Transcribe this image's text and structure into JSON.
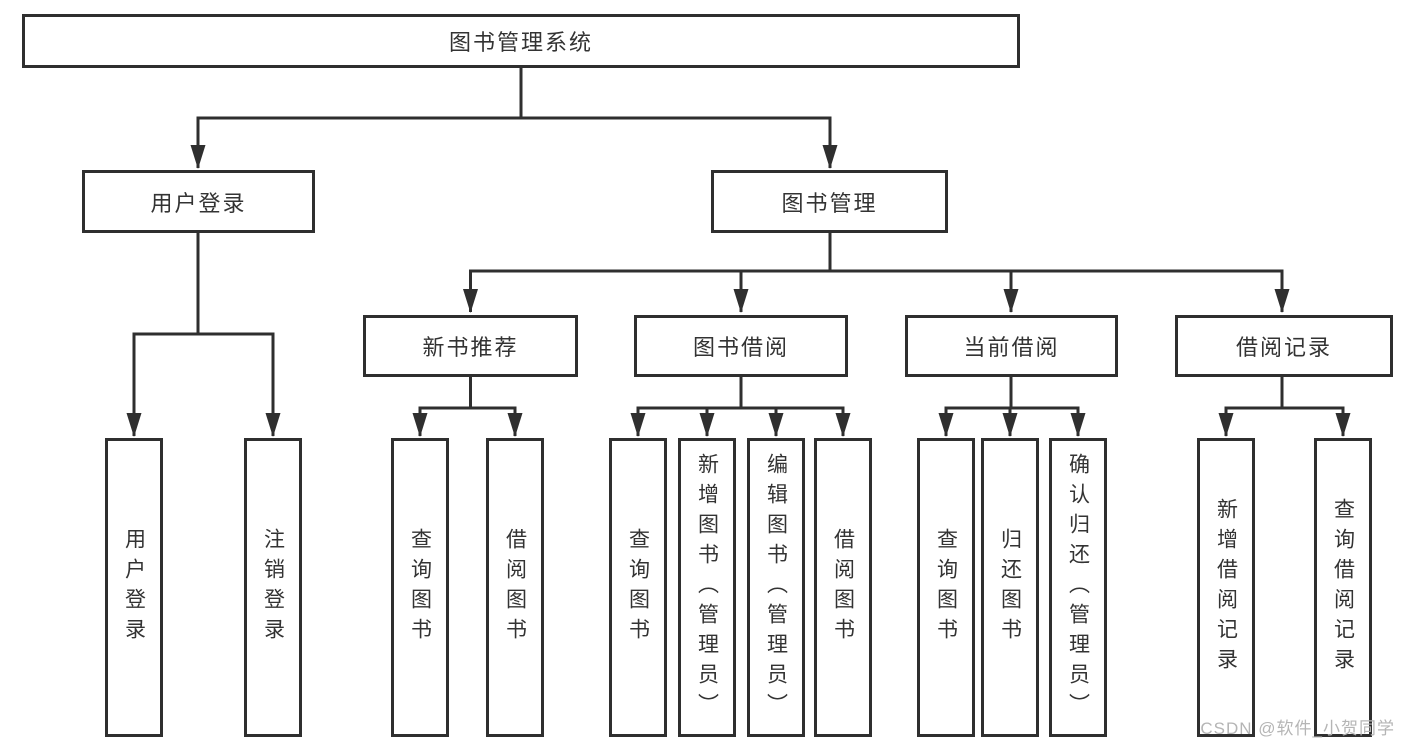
{
  "tree": {
    "root": {
      "label": "图书管理系统"
    },
    "level2": {
      "user_login": {
        "label": "用户登录"
      },
      "book_management": {
        "label": "图书管理"
      }
    },
    "user_login_children": [
      {
        "label": "用户登录"
      },
      {
        "label": "注销登录"
      }
    ],
    "sections": [
      {
        "label": "新书推荐",
        "children": [
          {
            "label": "查询图书"
          },
          {
            "label": "借阅图书"
          }
        ]
      },
      {
        "label": "图书借阅",
        "children": [
          {
            "label": "查询图书"
          },
          {
            "label": "新增图书（管理员）"
          },
          {
            "label": "编辑图书（管理员）"
          },
          {
            "label": "借阅图书"
          }
        ]
      },
      {
        "label": "当前借阅",
        "children": [
          {
            "label": "查询图书"
          },
          {
            "label": "归还图书"
          },
          {
            "label": "确认归还（管理员）"
          }
        ]
      },
      {
        "label": "借阅记录",
        "children": [
          {
            "label": "新增借阅记录"
          },
          {
            "label": "查询借阅记录"
          }
        ]
      }
    ]
  },
  "watermark": {
    "text": "CSDN @软件_小贺同学"
  },
  "colors": {
    "line": "#2f2f2f",
    "text": "#333333",
    "background": "#ffffff",
    "watermark": "#b5b5b5"
  }
}
